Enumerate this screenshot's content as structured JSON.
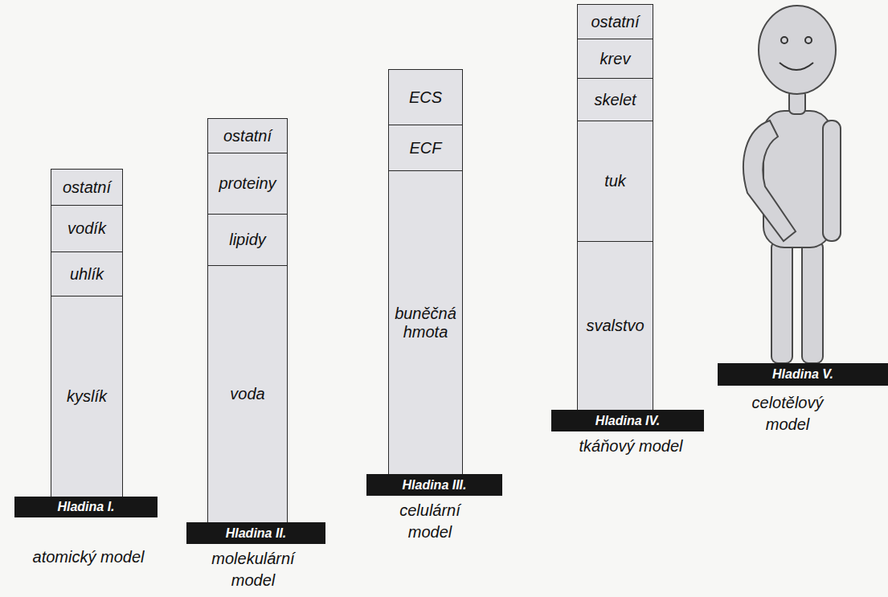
{
  "diagram": {
    "nodes": [
      {
        "text": [
          "ostatní"
        ]
      },
      {
        "text": [
          "vodík"
        ]
      },
      {
        "text": [
          "uhlík"
        ]
      },
      {
        "text": [
          "kyslík"
        ]
      },
      {
        "text": [
          "Hladina I."
        ]
      },
      {
        "text": [
          "ostatní"
        ]
      },
      {
        "text": [
          "proteiny"
        ]
      },
      {
        "text": [
          "lipidy"
        ]
      },
      {
        "text": [
          "voda"
        ]
      },
      {
        "text": [
          "Hladina II."
        ]
      },
      {
        "text": [
          "ECS"
        ]
      },
      {
        "text": [
          "ECF"
        ]
      },
      {
        "text": [
          "buněčná hmota"
        ]
      },
      {
        "text": [
          "Hladina III."
        ]
      },
      {
        "text": [
          "ostatní"
        ]
      },
      {
        "text": [
          "krev"
        ]
      },
      {
        "text": [
          "skelet"
        ]
      },
      {
        "text": [
          "tuk"
        ]
      },
      {
        "text": [
          "svalstvo"
        ]
      },
      {
        "text": [
          "Hladina IV."
        ]
      },
      {
        "text": [
          "Hladina V."
        ]
      }
    ],
    "labels": [
      "atomický model",
      "molekulární model",
      "celulární model",
      "tkáňový model",
      "celotělový model"
    ]
  }
}
